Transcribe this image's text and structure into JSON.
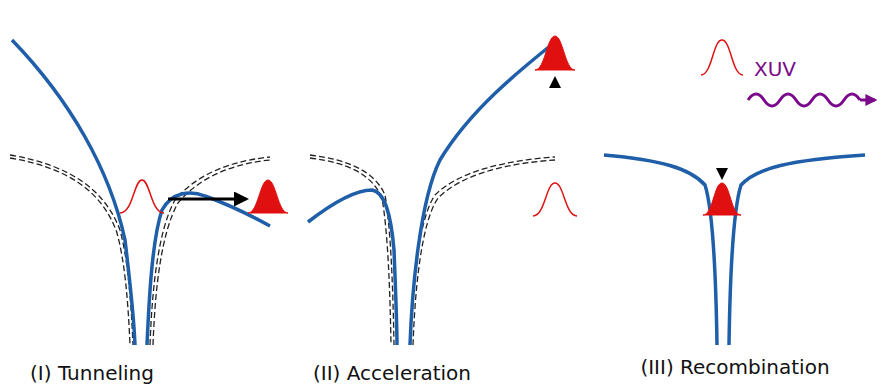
{
  "diagram": {
    "labels": [
      "(I) Tunneling",
      "(II) Acceleration",
      "(III) Recombination",
      "XUV"
    ]
  }
}
